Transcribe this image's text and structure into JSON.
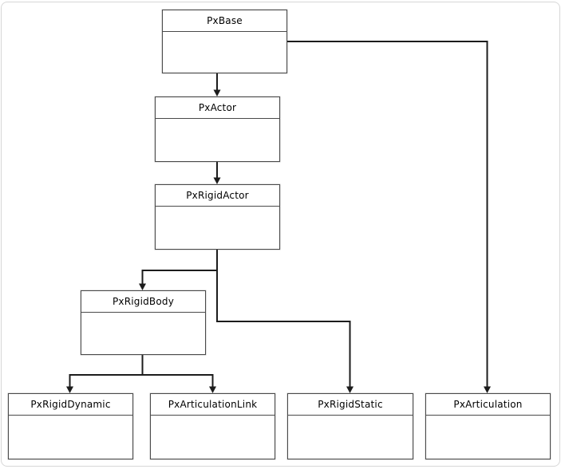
{
  "diagram": {
    "type": "class-hierarchy",
    "nodes": [
      {
        "id": "pxbase",
        "label": "PxBase"
      },
      {
        "id": "pxactor",
        "label": "PxActor"
      },
      {
        "id": "pxrigidactor",
        "label": "PxRigidActor"
      },
      {
        "id": "pxrigidbody",
        "label": "PxRigidBody"
      },
      {
        "id": "pxrigiddynamic",
        "label": "PxRigidDynamic"
      },
      {
        "id": "pxarticulationlink",
        "label": "PxArticulationLink"
      },
      {
        "id": "pxrigidstatic",
        "label": "PxRigidStatic"
      },
      {
        "id": "pxarticulation",
        "label": "PxArticulation"
      }
    ],
    "edges": [
      {
        "from": "PxBase",
        "to": "PxActor"
      },
      {
        "from": "PxBase",
        "to": "PxArticulation"
      },
      {
        "from": "PxActor",
        "to": "PxRigidActor"
      },
      {
        "from": "PxRigidActor",
        "to": "PxRigidBody"
      },
      {
        "from": "PxRigidActor",
        "to": "PxRigidStatic"
      },
      {
        "from": "PxRigidBody",
        "to": "PxRigidDynamic"
      },
      {
        "from": "PxRigidBody",
        "to": "PxArticulationLink"
      }
    ],
    "colors": {
      "line": "#1c1c1c",
      "box_border": "#4a4a4a",
      "background": "#ffffff",
      "page_border": "#d7d7d7"
    }
  }
}
